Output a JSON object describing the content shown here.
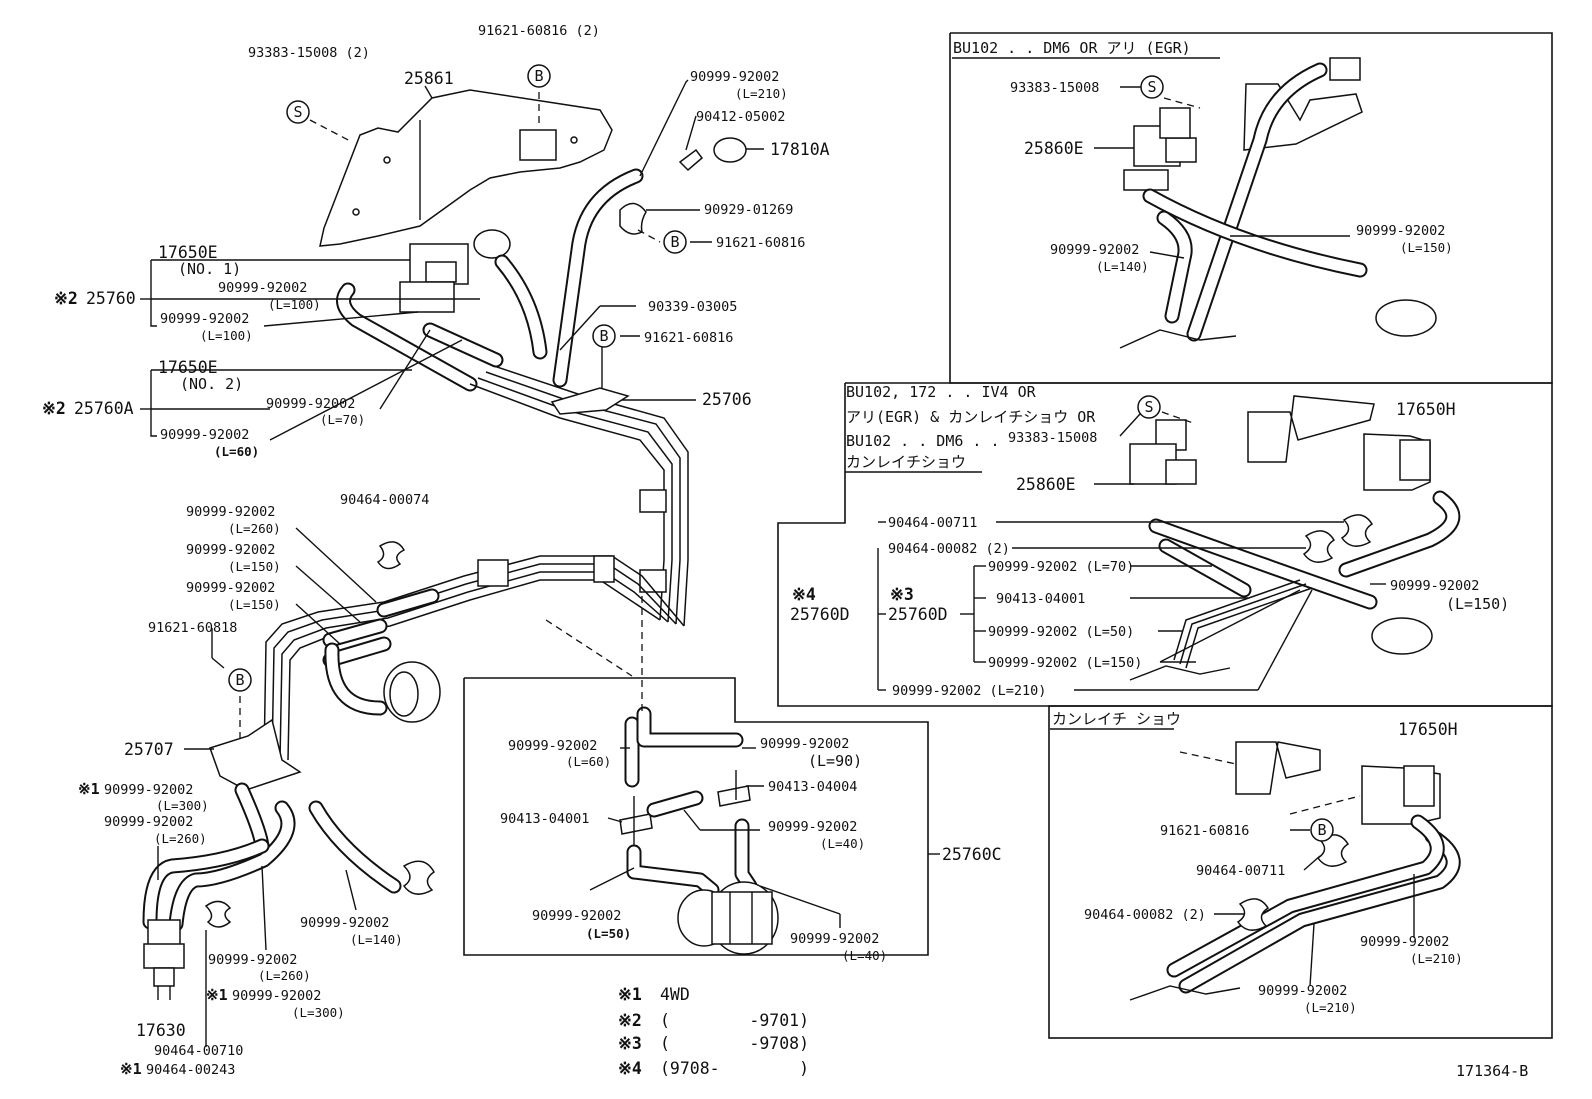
{
  "diagram": {
    "code": "171364-B",
    "notes": [
      {
        "mark": "※1",
        "text": "4WD"
      },
      {
        "mark": "※2",
        "text": "(        -9701)"
      },
      {
        "mark": "※3",
        "text": "(        -9708)"
      },
      {
        "mark": "※4",
        "text": "(9708-        )"
      }
    ],
    "main": {
      "p_93383_15008_2": "93383-15008 (2)",
      "p_91621_60816_2": "91621-60816 (2)",
      "p_25861": "25861",
      "p_90999_92002_l210_top": "90999-92002",
      "p_l210_top": "(L=210)",
      "p_90412_05002": "90412-05002",
      "p_17810A": "17810A",
      "p_90929_01269": "90929-01269",
      "p_91621_60816_a": "91621-60816",
      "p_17650E_no1": "17650E",
      "p_no1": "(NO. 1)",
      "p_25760_mark": "※2",
      "p_25760": "25760",
      "p_90999_92002_l100a": "90999-92002",
      "p_l100a": "(L=100)",
      "p_90999_92002_l100b": "90999-92002",
      "p_l100b": "(L=100)",
      "p_90339_03005": "90339-03005",
      "p_91621_60816_b": "91621-60816",
      "p_17650E_no2": "17650E",
      "p_no2": "(NO. 2)",
      "p_25760A_mark": "※2",
      "p_25760A": "25760A",
      "p_90999_92002_l70": "90999-92002",
      "p_l70": "(L=70)",
      "p_90999_92002_l60": "90999-92002",
      "p_l60": "(L=60)",
      "p_25706": "25706",
      "p_90999_92002_l260a": "90999-92002",
      "p_l260a": "(L=260)",
      "p_90464_00074": "90464-00074",
      "p_90999_92002_l150a": "90999-92002",
      "p_l150a": "(L=150)",
      "p_90999_92002_l150b": "90999-92002",
      "p_l150b": "(L=150)",
      "p_91621_60818": "91621-60818",
      "p_25707": "25707",
      "p_l300_mark": "※1",
      "p_90999_92002_l300": "90999-92002",
      "p_l300": "(L=300)",
      "p_90999_92002_l260b": "90999-92002",
      "p_l260b": "(L=260)",
      "p_90999_92002_l140": "90999-92002",
      "p_l140": "(L=140)",
      "p_90999_92002_l260c": "90999-92002",
      "p_l260c": "(L=260)",
      "p_l300b_mark": "※1",
      "p_90999_92002_l300b": "90999-92002",
      "p_l300b": "(L=300)",
      "p_17630": "17630",
      "p_90464_00710": "90464-00710",
      "p_00243_mark": "※1",
      "p_90464_00243": "90464-00243"
    },
    "center_box": {
      "p_90999_92002_l60": "90999-92002",
      "p_l60": "(L=60)",
      "p_90999_92002_l90": "90999-92002",
      "p_l90": "(L=90)",
      "p_90413_04004": "90413-04004",
      "p_90413_04001": "90413-04001",
      "p_90999_92002_l40a": "90999-92002",
      "p_l40a": "(L=40)",
      "p_25760C": "25760C",
      "p_90999_92002_l50": "90999-92002",
      "p_l50": "(L=50)",
      "p_90999_92002_l40b": "90999-92002",
      "p_l40b": "(L=40)"
    },
    "box1": {
      "title": "BU102 . . DM6 OR  アリ  (EGR)",
      "p_93383_15008": "93383-15008",
      "p_25860E": "25860E",
      "p_90999_92002_l150": "90999-92002",
      "p_l150": "(L=150)",
      "p_90999_92002_l140": "90999-92002",
      "p_l140": "(L=140)"
    },
    "box2": {
      "title_1": "BU102, 172 . . IV4 OR",
      "title_2": "アリ(EGR) & カンレイチショウ OR",
      "title_3": "BU102 . . DM6 . .",
      "title_4": "カンレイチショウ",
      "p_93383_15008": "93383-15008",
      "p_17650H": "17650H",
      "p_25860E": "25860E",
      "p_90464_00711": "90464-00711",
      "p_90464_00082": "90464-00082 (2)",
      "p_25760D_4_mark": "※4",
      "p_25760D_4": "25760D",
      "p_25760D_3_mark": "※3",
      "p_25760D_3": "25760D",
      "p_90999_92002_l70": "90999-92002 (L=70)",
      "p_90413_04001": "90413-04001",
      "p_90999_92002_l50": "90999-92002 (L=50)",
      "p_90999_92002_l150": "90999-92002 (L=150)",
      "p_90999_92002_l210": "90999-92002 (L=210)",
      "p_90999_92002_r": "90999-92002",
      "p_l150_r": "(L=150)"
    },
    "box3": {
      "title": "カンレイチ ショウ",
      "p_17650H": "17650H",
      "p_91621_60816": "91621-60816",
      "p_90464_00711": "90464-00711",
      "p_90464_00082": "90464-00082 (2)",
      "p_90999_92002_l210a": "90999-92002",
      "p_l210a": "(L=210)",
      "p_90999_92002_l210b": "90999-92002",
      "p_l210b": "(L=210)"
    },
    "symbols": {
      "S": "S",
      "B": "B"
    }
  }
}
